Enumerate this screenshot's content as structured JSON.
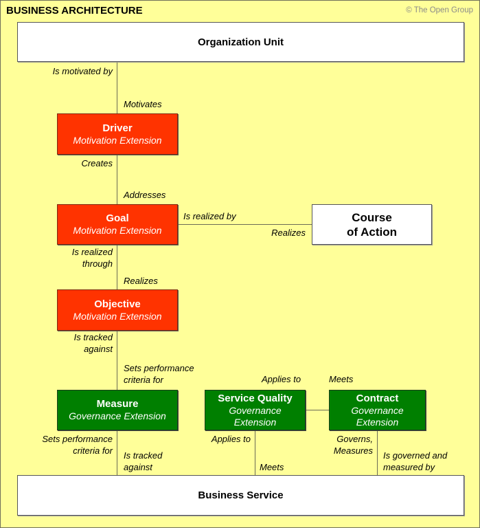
{
  "header": {
    "title": "BUSINESS ARCHITECTURE",
    "copyright": "© The Open Group"
  },
  "colors": {
    "background": "#ffff99",
    "motivation_extension": "#ff3300",
    "governance_extension": "#007f00",
    "core_entity": "#ffffff"
  },
  "entities": {
    "organization_unit": {
      "name": "Organization Unit"
    },
    "driver": {
      "name": "Driver",
      "extension": "Motivation Extension"
    },
    "goal": {
      "name": "Goal",
      "extension": "Motivation Extension"
    },
    "course_of_action": {
      "name_line1": "Course",
      "name_line2": "of Action"
    },
    "objective": {
      "name": "Objective",
      "extension": "Motivation Extension"
    },
    "measure": {
      "name": "Measure",
      "extension": "Governance Extension"
    },
    "service_quality": {
      "name": "Service Quality",
      "extension_line1": "Governance",
      "extension_line2": "Extension"
    },
    "contract": {
      "name": "Contract",
      "extension_line1": "Governance",
      "extension_line2": "Extension"
    },
    "business_service": {
      "name": "Business Service"
    }
  },
  "relationships": {
    "org_driver": {
      "from_label": "Is motivated by",
      "to_label": "Motivates"
    },
    "driver_goal": {
      "from_label": "Creates",
      "to_label": "Addresses"
    },
    "goal_coa": {
      "from_label": "Is realized by",
      "to_label": "Realizes"
    },
    "goal_objective": {
      "from_label_line1": "Is realized",
      "from_label_line2": "through",
      "to_label": "Realizes"
    },
    "objective_measure": {
      "from_label_line1": "Is tracked",
      "from_label_line2": "against",
      "to_label_line1": "Sets performance",
      "to_label_line2": "criteria for"
    },
    "measure_service": {
      "from_label_line1": "Sets performance",
      "from_label_line2": "criteria for",
      "to_label_line1": "Is tracked",
      "to_label_line2": "against"
    },
    "sq_contract": {
      "from_label": "Applies to",
      "to_label": "Meets"
    },
    "sq_service": {
      "from_label": "Applies to",
      "to_label": "Meets"
    },
    "contract_service": {
      "from_label_line1": "Governs,",
      "from_label_line2": "Measures",
      "to_label_line1": "Is governed and",
      "to_label_line2": "measured by"
    }
  }
}
